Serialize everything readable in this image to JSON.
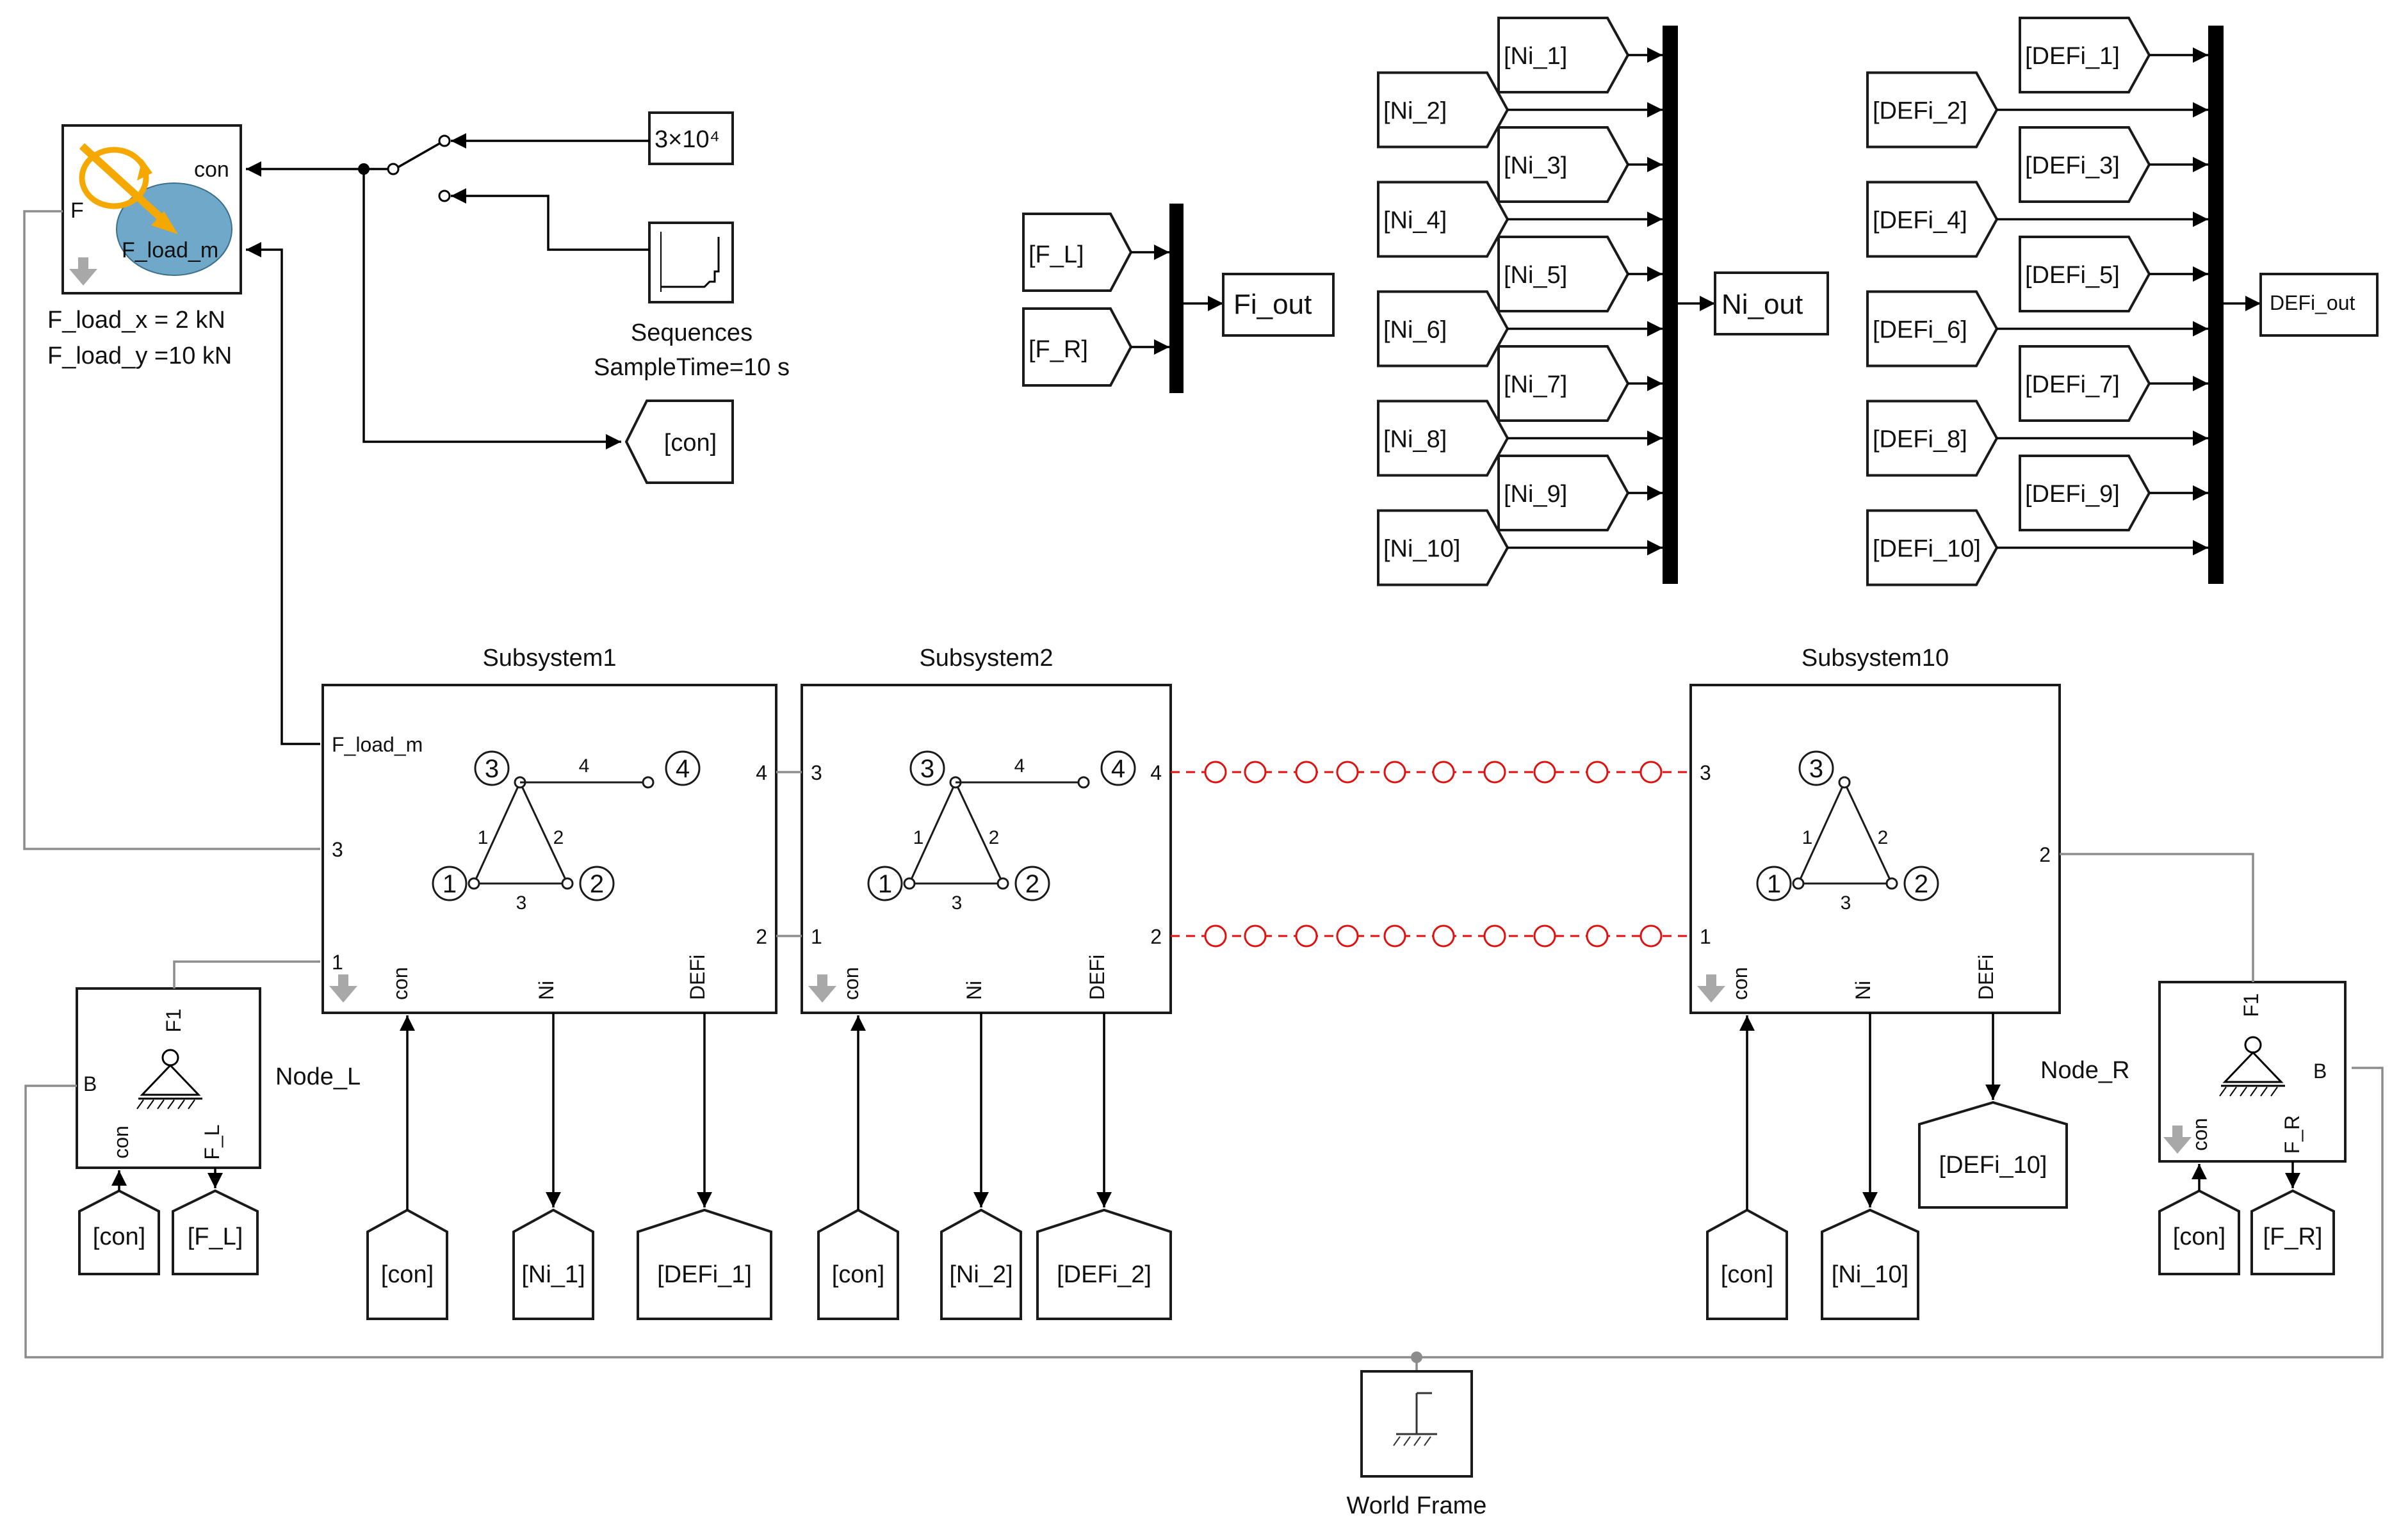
{
  "load_block": {
    "port_con": "con",
    "port_F": "F",
    "port_F_load_m": "F_load_m",
    "note_line1": "F_load_x =  2 kN",
    "note_line2": "F_load_y =10 kN"
  },
  "constant_block": {
    "value": "3×10⁴"
  },
  "sequences_block": {
    "name": "Sequences",
    "param": "SampleTime=10 s"
  },
  "goto_con": "[con]",
  "fi_mux": {
    "inputs": [
      "[F_L]",
      "[F_R]"
    ],
    "output": "Fi_out"
  },
  "ni_mux": {
    "inputs": [
      "[Ni_1]",
      "[Ni_2]",
      "[Ni_3]",
      "[Ni_4]",
      "[Ni_5]",
      "[Ni_6]",
      "[Ni_7]",
      "[Ni_8]",
      "[Ni_9]",
      "[Ni_10]"
    ],
    "output": "Ni_out"
  },
  "defi_mux": {
    "inputs": [
      "[DEFi_1]",
      "[DEFi_2]",
      "[DEFi_3]",
      "[DEFi_4]",
      "[DEFi_5]",
      "[DEFi_6]",
      "[DEFi_7]",
      "[DEFi_8]",
      "[DEFi_9]",
      "[DEFi_10]"
    ],
    "output": "DEFi_out"
  },
  "subsystems": [
    {
      "title": "Subsystem1",
      "left_ports": [
        "F_load_m",
        "3",
        "1"
      ],
      "right_ports": [
        "4",
        "2"
      ],
      "bottom_ports": [
        "con",
        "Ni",
        "DEFi"
      ],
      "tri_nodes": [
        "3",
        "4",
        "1",
        "2"
      ],
      "tri_edges": [
        "4",
        "1",
        "2",
        "3"
      ],
      "tags": [
        "[con]",
        "[Ni_1]",
        "[DEFi_1]"
      ]
    },
    {
      "title": "Subsystem2",
      "left_ports": [
        "3",
        "1"
      ],
      "right_ports": [
        "4",
        "2"
      ],
      "bottom_ports": [
        "con",
        "Ni",
        "DEFi"
      ],
      "tri_nodes": [
        "3",
        "4",
        "1",
        "2"
      ],
      "tri_edges": [
        "4",
        "1",
        "2",
        "3"
      ],
      "tags": [
        "[con]",
        "[Ni_2]",
        "[DEFi_2]"
      ]
    },
    {
      "title": "Subsystem10",
      "left_ports": [
        "3",
        "1"
      ],
      "right_ports": [
        "2"
      ],
      "bottom_ports": [
        "con",
        "Ni",
        "DEFi"
      ],
      "tri_nodes": [
        "3",
        "1",
        "2"
      ],
      "tri_edges": [
        "1",
        "2",
        "3"
      ],
      "tags": [
        "[con]",
        "[Ni_10]",
        "[DEFi_10]"
      ]
    }
  ],
  "node_l": {
    "name": "Node_L",
    "port_F1": "F1",
    "port_B": "B",
    "port_con": "con",
    "port_F_L": "F_L",
    "tags": [
      "[con]",
      "[F_L]"
    ]
  },
  "node_r": {
    "name": "Node_R",
    "port_F1": "F1",
    "port_B": "B",
    "port_con": "con",
    "port_F_R": "F_R",
    "tags": [
      "[con]",
      "[F_R]"
    ]
  },
  "world_frame": {
    "name": "World Frame"
  },
  "colors": {
    "signal": "#000000",
    "physical": "#8c8c8c",
    "placeholder": "#e01010",
    "load_blob": "#6fa8c8",
    "load_arrow": "#f5a800"
  }
}
